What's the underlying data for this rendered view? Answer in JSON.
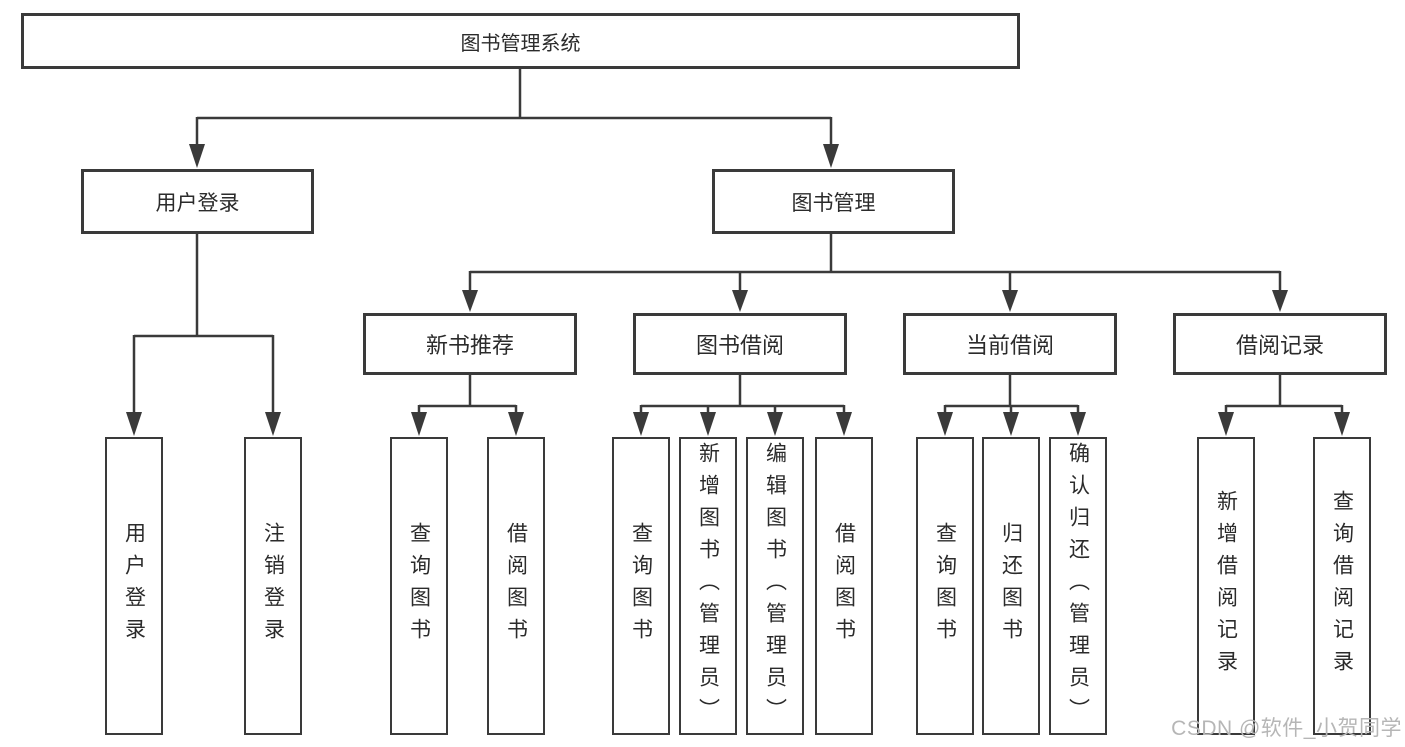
{
  "tree": {
    "root": {
      "label": "图书管理系统"
    },
    "branches": [
      {
        "label": "用户登录",
        "children": [
          {
            "label": "用户登录"
          },
          {
            "label": "注销登录"
          }
        ]
      },
      {
        "label": "图书管理",
        "children": [
          {
            "label": "新书推荐",
            "children": [
              {
                "label": "查询图书"
              },
              {
                "label": "借阅图书"
              }
            ]
          },
          {
            "label": "图书借阅",
            "children": [
              {
                "label": "查询图书"
              },
              {
                "label": "新增图书（管理员）"
              },
              {
                "label": "编辑图书（管理员）"
              },
              {
                "label": "借阅图书"
              }
            ]
          },
          {
            "label": "当前借阅",
            "children": [
              {
                "label": "查询图书"
              },
              {
                "label": "归还图书"
              },
              {
                "label": "确认归还（管理员）"
              }
            ]
          },
          {
            "label": "借阅记录",
            "children": [
              {
                "label": "新增借阅记录"
              },
              {
                "label": "查询借阅记录"
              }
            ]
          }
        ]
      }
    ]
  },
  "watermark": {
    "text": "CSDN @软件_小贺同学"
  },
  "colors": {
    "line": "#3a3a3a",
    "text": "#2b2b2b",
    "watermark": "#b6b6b6",
    "background": "#ffffff"
  }
}
